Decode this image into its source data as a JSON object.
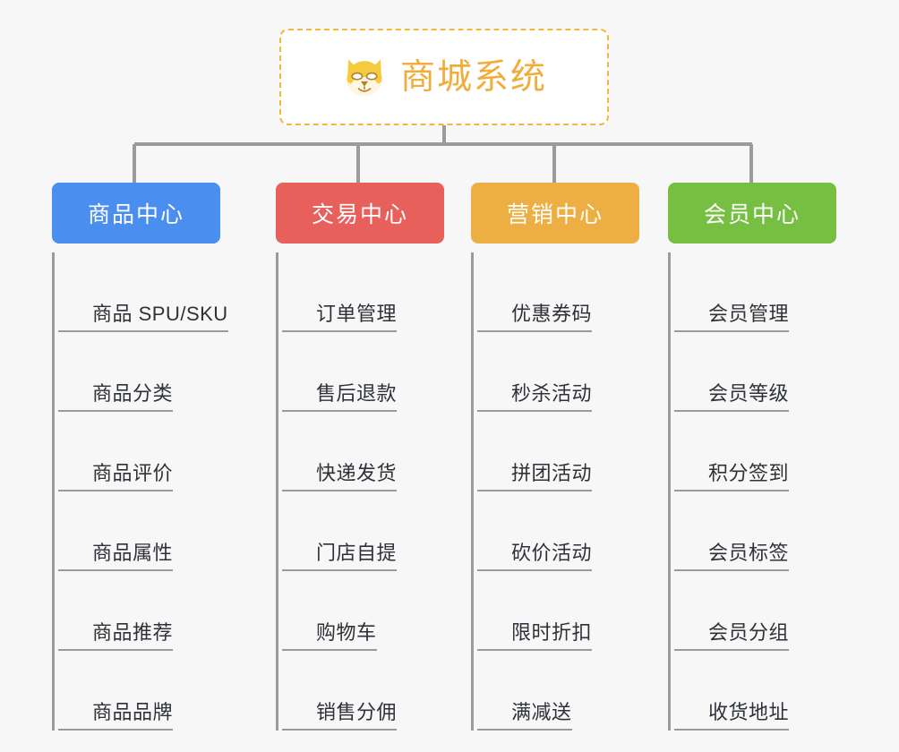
{
  "root": {
    "title": "商城系统",
    "icon": "shiba-dog-icon",
    "text_color": "#f0ad3c",
    "border_color": "#f3b63f",
    "background": "#ffffff"
  },
  "canvas": {
    "background": "#f7f7f7",
    "connector_color": "#9b9b9b"
  },
  "branches": [
    {
      "label": "商品中心",
      "color": "#4a8ef0",
      "items": [
        "商品 SPU/SKU",
        "商品分类",
        "商品评价",
        "商品属性",
        "商品推荐",
        "商品品牌"
      ]
    },
    {
      "label": "交易中心",
      "color": "#e8605c",
      "items": [
        "订单管理",
        "售后退款",
        "快递发货",
        "门店自提",
        "购物车",
        "销售分佣"
      ]
    },
    {
      "label": "营销中心",
      "color": "#edaf44",
      "items": [
        "优惠券码",
        "秒杀活动",
        "拼团活动",
        "砍价活动",
        "限时折扣",
        "满减送"
      ]
    },
    {
      "label": "会员中心",
      "color": "#76bf43",
      "items": [
        "会员管理",
        "会员等级",
        "积分签到",
        "会员标签",
        "会员分组",
        "收货地址"
      ]
    }
  ]
}
